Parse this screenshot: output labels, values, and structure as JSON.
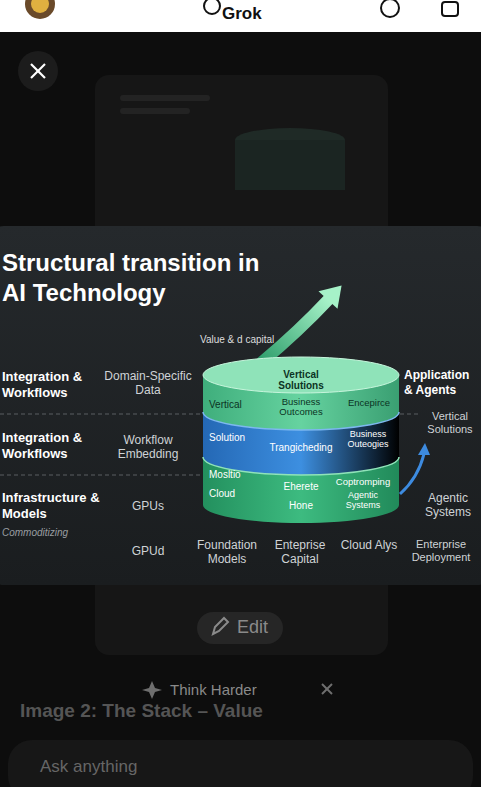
{
  "diagram": {
    "title": "Structural transition in AI Technology",
    "nodes": [
      {
        "text": [
          "Vertical Solutions",
          "Vertical",
          "Business Outcomes",
          "Encepirce"
        ]
      },
      {
        "text": [
          "Solution",
          "Trangicheding",
          "Business Outeogies"
        ]
      },
      {
        "text": [
          "Mosltio",
          "Eherete",
          "Coptromping",
          "Cloud",
          "Hone",
          "Agentic Systems"
        ]
      },
      {
        "text": [
          "Edit"
        ]
      }
    ],
    "labels": [
      "Grok",
      "Value & d capital",
      "Integration & Workflows",
      "Domain-Specific Data",
      "Application & Agents",
      "Vertical Solutions",
      "Integration & Workflows",
      "Workflow Embedding",
      "Infrastructure & Models",
      "Commoditizing",
      "GPUs",
      "Agentic Systems",
      "GPUd",
      "Foundation Models",
      "Enteprise Capital",
      "Cloud Alys",
      "Enterprise Deployment",
      "Think Harder",
      "Image 2: The Stack – Value",
      "Ask anything"
    ]
  }
}
